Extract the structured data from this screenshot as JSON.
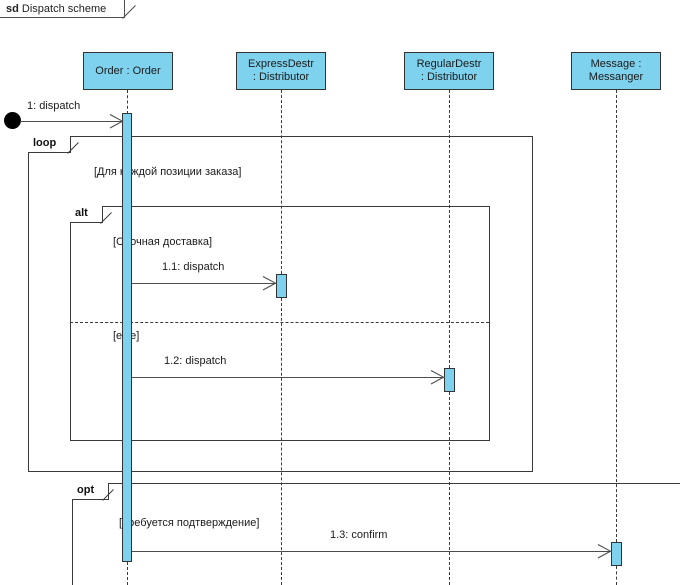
{
  "diagram": {
    "keyword": "sd",
    "name": "Dispatch scheme",
    "colors": {
      "lifeline_fill": "#7FD2EE",
      "line": "#3a3a3a",
      "text": "#1a1a1a",
      "background": "#ffffff"
    }
  },
  "lifelines": [
    {
      "id": "order",
      "line1": "Order : Order",
      "line2": ""
    },
    {
      "id": "express",
      "line1": "ExpressDestr",
      "line2": ": Distributor"
    },
    {
      "id": "regular",
      "line1": "RegularDestr",
      "line2": ": Distributor"
    },
    {
      "id": "messenger",
      "line1": "Message :",
      "line2": "Messanger"
    }
  ],
  "fragments": [
    {
      "id": "loop",
      "operator": "loop",
      "guard": "[Для каждой позиции заказа]"
    },
    {
      "id": "alt",
      "operator": "alt",
      "guard": "[Срочная доставка]",
      "guard_else": "[else]"
    },
    {
      "id": "opt",
      "operator": "opt",
      "guard": "[Требуется подтверждение]"
    }
  ],
  "messages": [
    {
      "id": "m0",
      "label": "1: dispatch",
      "from": "found",
      "to": "order",
      "kind": "found"
    },
    {
      "id": "m1",
      "label": "1.1: dispatch",
      "from": "order",
      "to": "express",
      "kind": "sync"
    },
    {
      "id": "m2",
      "label": "1.2: dispatch",
      "from": "order",
      "to": "regular",
      "kind": "sync"
    },
    {
      "id": "m3",
      "label": "1.3: confirm",
      "from": "order",
      "to": "messenger",
      "kind": "sync"
    }
  ]
}
